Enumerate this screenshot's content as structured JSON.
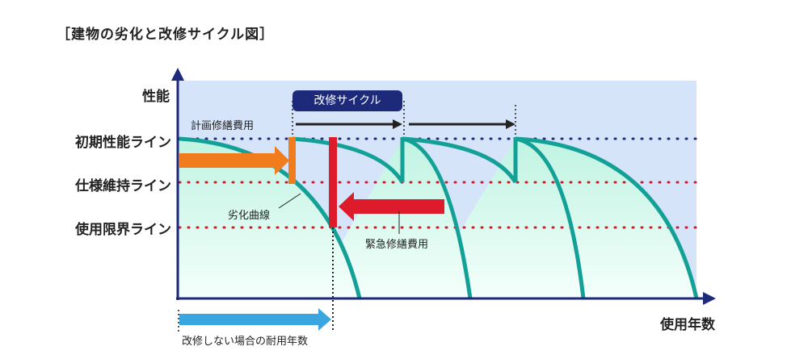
{
  "title": "［建物の劣化と改修サイクル図］",
  "labels": {
    "y_axis": "性能",
    "x_axis": "使用年数",
    "level_initial": "初期性能ライン",
    "level_maintain": "仕様維持ライン",
    "level_limit": "使用限界ライン",
    "planned_cost": "計画修繕費用",
    "cycle": "改修サイクル",
    "deterioration_curve": "劣化曲線",
    "emergency_cost": "緊急修繕費用",
    "no_repair_life": "改修しない場合の耐用年数"
  },
  "colors": {
    "panel_bg": "#d6e4fa",
    "curve": "#13a096",
    "curve_fill": "#d9f8ee",
    "axis": "#1d2a7a",
    "dot_initial": "#1d2a7a",
    "dot_other": "#d01a2a",
    "orange": "#f07c1e",
    "red": "#dd1b2a",
    "black_arrow": "#222222",
    "blue_arrow": "#3aa6e0"
  }
}
